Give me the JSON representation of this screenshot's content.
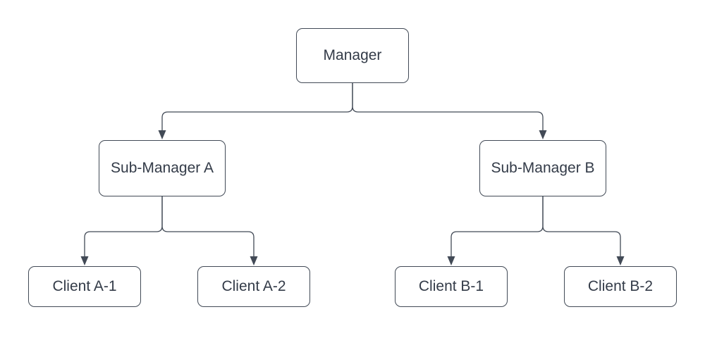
{
  "diagram": {
    "type": "org-chart",
    "colors": {
      "background": "#ffffff",
      "node_fill": "#ffffff",
      "stroke": "#424a56",
      "text": "#333b48"
    },
    "nodes": [
      {
        "id": "manager",
        "label": "Manager"
      },
      {
        "id": "sub-manager-a",
        "label": "Sub-Manager A"
      },
      {
        "id": "sub-manager-b",
        "label": "Sub-Manager B"
      },
      {
        "id": "client-a1",
        "label": "Client A-1"
      },
      {
        "id": "client-a2",
        "label": "Client A-2"
      },
      {
        "id": "client-b1",
        "label": "Client B-1"
      },
      {
        "id": "client-b2",
        "label": "Client B-2"
      }
    ],
    "edges": [
      {
        "from": "manager",
        "to": "sub-manager-a",
        "arrow": "down"
      },
      {
        "from": "manager",
        "to": "sub-manager-b",
        "arrow": "down"
      },
      {
        "from": "sub-manager-a",
        "to": "client-a1",
        "arrow": "down"
      },
      {
        "from": "sub-manager-a",
        "to": "client-a2",
        "arrow": "down"
      },
      {
        "from": "sub-manager-b",
        "to": "client-b1",
        "arrow": "down"
      },
      {
        "from": "sub-manager-b",
        "to": "client-b2",
        "arrow": "down"
      }
    ]
  }
}
